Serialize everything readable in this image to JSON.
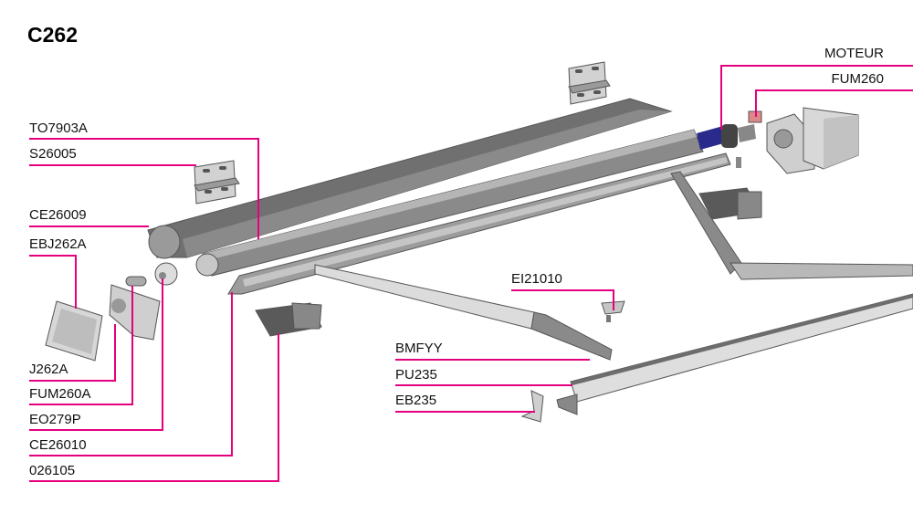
{
  "title": "C262",
  "colors": {
    "leader": "#e5007e",
    "motor": "#2a2a8c",
    "part_dark": "#6b6b6b",
    "part_light": "#d9d9d9"
  },
  "labels_left": [
    "TO7903A",
    "S26005",
    "CE26009",
    "EBJ262A",
    "J262A",
    "FUM260A",
    "EO279P",
    "CE26010",
    "026105"
  ],
  "labels_right": [
    "MOTEUR",
    "FUM260"
  ],
  "labels_center": [
    "EI21010",
    "BMFYY",
    "PU235",
    "EB235"
  ]
}
